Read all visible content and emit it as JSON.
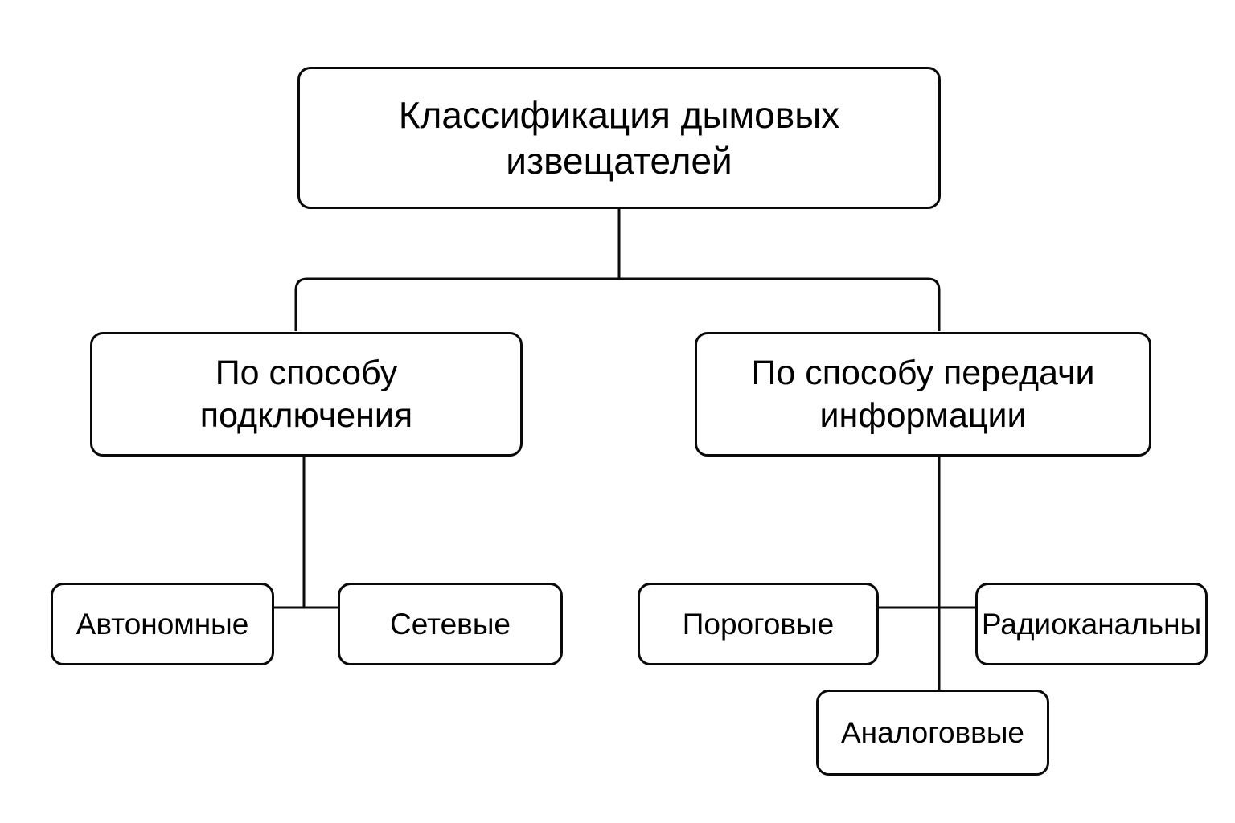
{
  "diagram": {
    "title": "Классификация дымовых извещателей",
    "type": "hierarchy-tree",
    "orientation": "top-down",
    "background_color": "#ffffff",
    "stroke_color": "#0a0a0a",
    "text_color": "#000000",
    "nodes": {
      "root": {
        "label": "Классификация дымовых\nизвещателей",
        "level": "root"
      },
      "branch_connection": {
        "label": "По способу\nподключения",
        "level": "branch"
      },
      "branch_transmission": {
        "label": "По способу передачи\nинформации",
        "level": "branch"
      },
      "leaf_autonomous": {
        "label": "Автономные",
        "level": "leaf"
      },
      "leaf_networked": {
        "label": "Сетевые",
        "level": "leaf"
      },
      "leaf_threshold": {
        "label": "Пороговые",
        "level": "leaf"
      },
      "leaf_radiochannel": {
        "label": "Радиоканальны",
        "level": "leaf"
      },
      "leaf_analog": {
        "label": "Аналоговвые",
        "level": "leaf"
      }
    },
    "edges": [
      {
        "from": "root",
        "to": "branch_connection"
      },
      {
        "from": "root",
        "to": "branch_transmission"
      },
      {
        "from": "branch_connection",
        "to": "leaf_autonomous"
      },
      {
        "from": "branch_connection",
        "to": "leaf_networked"
      },
      {
        "from": "branch_transmission",
        "to": "leaf_threshold"
      },
      {
        "from": "branch_transmission",
        "to": "leaf_radiochannel"
      },
      {
        "from": "branch_transmission",
        "to": "leaf_analog"
      }
    ]
  }
}
